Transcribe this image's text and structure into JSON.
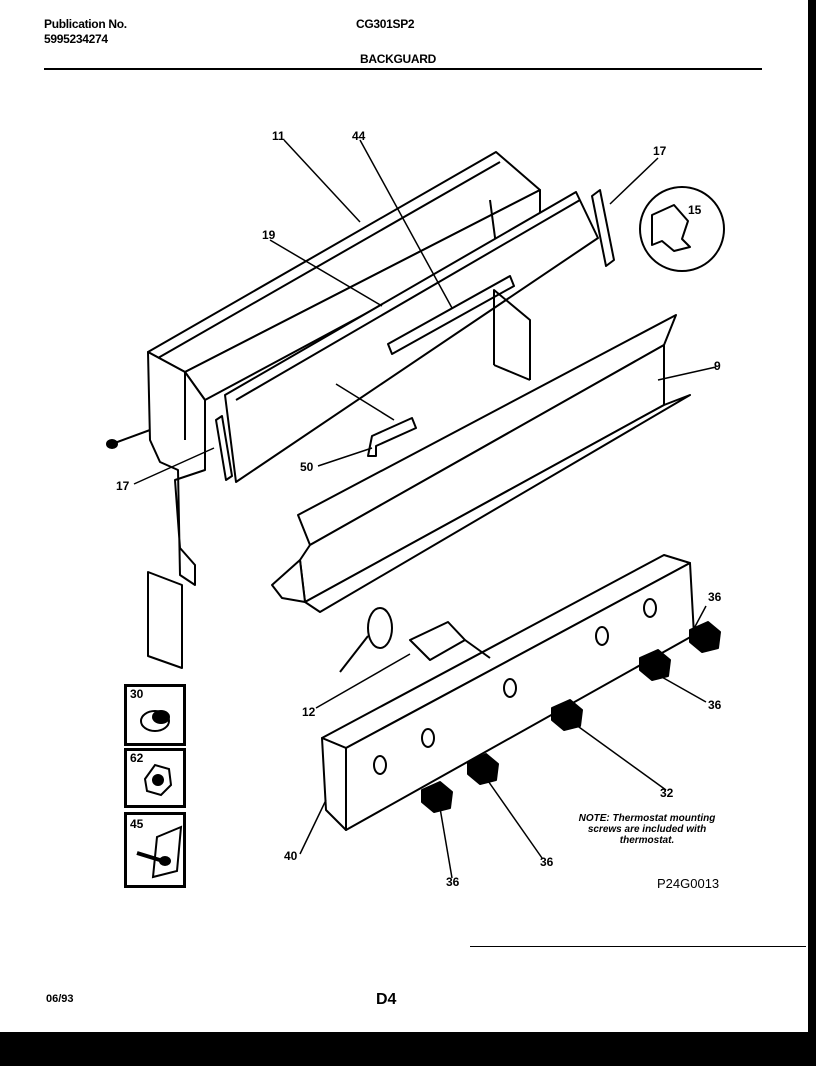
{
  "header": {
    "publication_label": "Publication No.",
    "publication_number": "5995234274",
    "model": "CG301SP2",
    "section_title": "BACKGUARD"
  },
  "parts": {
    "p11": "11",
    "p44": "44",
    "p17_top": "17",
    "p15": "15",
    "p19": "19",
    "p9": "9",
    "p17_left": "17",
    "p50": "50",
    "p36_a": "36",
    "p36_b": "36",
    "p12": "12",
    "p32": "32",
    "p40": "40",
    "p36_c": "36",
    "p36_d": "36",
    "p30": "30",
    "p62": "62",
    "p45": "45"
  },
  "note": {
    "line1": "NOTE: Thermostat mounting",
    "line2": "screws are included with",
    "line3": "thermostat."
  },
  "drawing_code": "P24G0013",
  "footer": {
    "date": "06/93",
    "page": "D4"
  }
}
